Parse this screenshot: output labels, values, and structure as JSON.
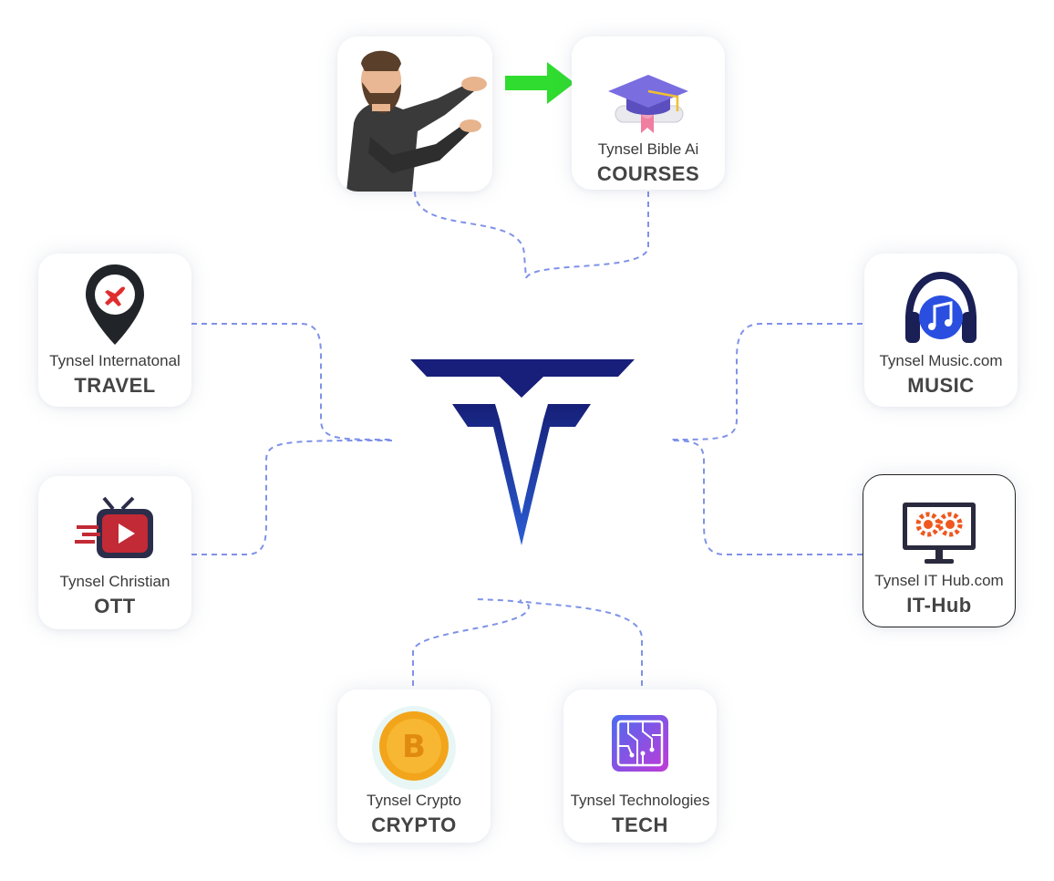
{
  "center": {
    "logo": "tynsel-t-logo"
  },
  "presenter": {
    "image": "man-pointing-illustration",
    "arrow_color": "#2fdc2f"
  },
  "nodes": {
    "courses": {
      "sub": "Tynsel Bible Ai",
      "main": "COURSES",
      "icon": "graduation-cap-icon"
    },
    "travel": {
      "sub": "Tynsel Internatonal",
      "main": "TRAVEL",
      "icon": "location-pin-plane-icon"
    },
    "music": {
      "sub": "Tynsel Music.com",
      "main": "MUSIC",
      "icon": "headphones-music-icon"
    },
    "ott": {
      "sub": "Tynsel Christian",
      "main": "OTT",
      "icon": "retro-tv-play-icon"
    },
    "ithub": {
      "sub": "Tynsel IT Hub.com",
      "main": "IT-Hub",
      "icon": "monitor-gears-icon"
    },
    "crypto": {
      "sub": "Tynsel Crypto",
      "main": "CRYPTO",
      "icon": "bitcoin-coin-icon"
    },
    "tech": {
      "sub": "Tynsel Technologies",
      "main": "TECH",
      "icon": "circuit-chip-icon"
    }
  },
  "colors": {
    "connector": "#7f92e8",
    "logo_dark": "#15207a",
    "logo_light": "#2a58d0"
  }
}
